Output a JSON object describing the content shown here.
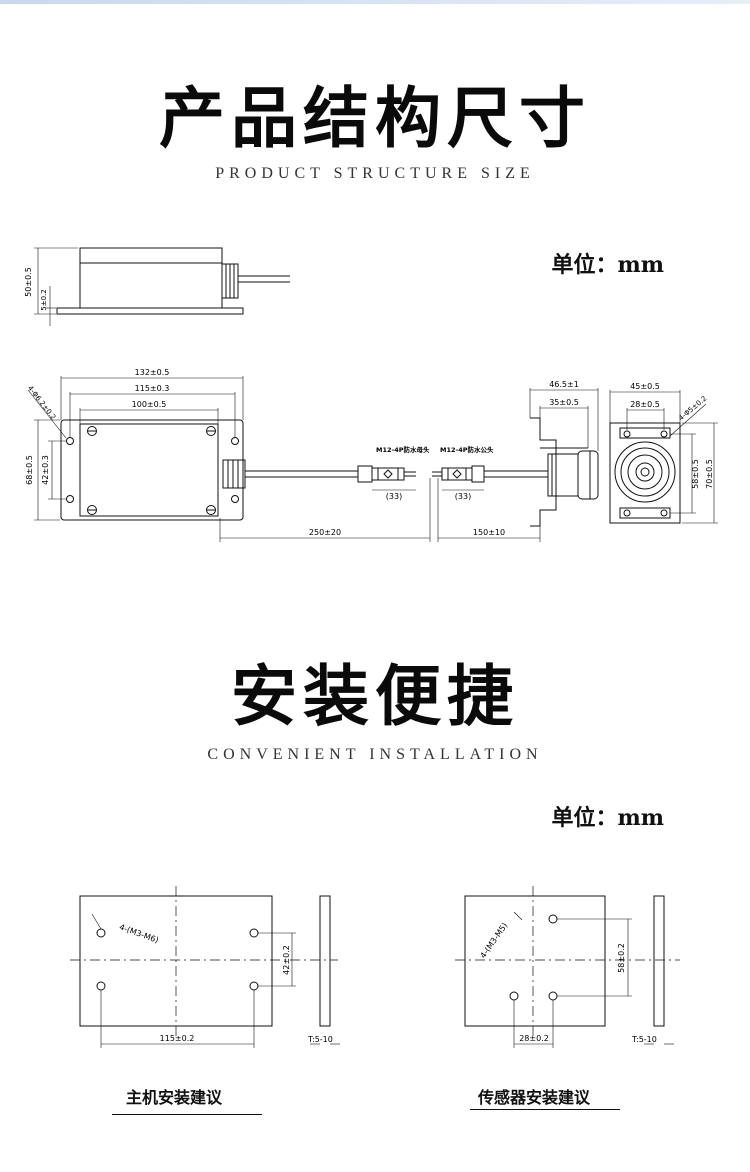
{
  "section1": {
    "title": "产品结构尺寸",
    "subtitle": "PRODUCT STRUCTURE SIZE",
    "unit_label": "单位：mm"
  },
  "side_view": {
    "dim_height": "50±0.5",
    "dim_flange": "5±0.2"
  },
  "main_drawing": {
    "dim_total_width": "132±0.5",
    "dim_hole_spacing": "115±0.3",
    "dim_body_width": "100±0.5",
    "dim_hole_label": "4-Φ6.2±0.2",
    "dim_total_height": "68±0.5",
    "dim_hole_height": "42±0.3",
    "connector_female_label": "M12-4P防水母头",
    "connector_male_label": "M12-4P防水公头",
    "connector_female_len": "(33)",
    "connector_male_len": "(33)",
    "cable_main_len": "250±20",
    "cable_sensor_len": "150±10",
    "sensor_depth": "46.5±1",
    "sensor_bracket": "35±0.5",
    "sensor_width": "45±0.5",
    "sensor_hole_spacing": "28±0.5",
    "sensor_hole_label": "4-Φ5±0.2",
    "sensor_hole_height": "58±0.5",
    "sensor_height": "70±0.5"
  },
  "section2": {
    "title": "安装便捷",
    "subtitle": "CONVENIENT INSTALLATION",
    "unit_label": "单位：mm"
  },
  "install_host": {
    "hole_label": "4-(M3-M6)",
    "dim_vertical": "42±0.2",
    "dim_horizontal": "115±0.2",
    "thickness": "T:5-10",
    "caption": "主机安装建议"
  },
  "install_sensor": {
    "hole_label": "4-(M3-M5)",
    "dim_vertical": "58±0.2",
    "dim_horizontal": "28±0.2",
    "thickness": "T:5-10",
    "caption": "传感器安装建议"
  }
}
